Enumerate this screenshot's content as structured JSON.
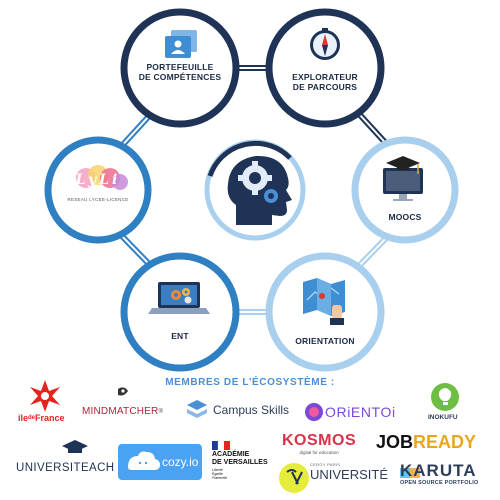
{
  "nodes": {
    "portfolio": {
      "label_line1": "PORTEFEUILLE",
      "label_line2": "DE COMPÉTENCES"
    },
    "explorer": {
      "label_line1": "EXPLORATEUR",
      "label_line2": "DE PARCOURS"
    },
    "lyli": {
      "logo_text": "LyLi",
      "caption": "RESEAU LYCEE-LICENCE"
    },
    "moocs": {
      "label": "MOOCS"
    },
    "ent": {
      "label": "ENT"
    },
    "orientation": {
      "label": "ORIENTATION"
    }
  },
  "members": {
    "title": "MEMBRES DE L'ÉCOSYSTÈME :",
    "iledefrance": {
      "part1": "ile",
      "part2": "de",
      "part3": "France"
    },
    "mindmatcher": {
      "name": "MINDMATCHER",
      "mark": "®"
    },
    "campus_skills": {
      "name": "Campus Skills"
    },
    "orientoi": {
      "name": "ORiENTOi"
    },
    "inokufu": {
      "name": "INOKUFU"
    },
    "universiteach": {
      "name": "UNIVERSITEACH"
    },
    "cozy": {
      "name": "cozy.io"
    },
    "academie": {
      "line1": "ACADÉMIE",
      "line2": "DE VERSAILLES",
      "motto": [
        "Liberté",
        "Égalité",
        "Fraternité"
      ]
    },
    "kosmos": {
      "name": "KOSMOS",
      "tagline": "digital for education"
    },
    "jobready": {
      "part1": "JOB",
      "part2": "READY"
    },
    "cyu": {
      "small": "CERGY PARIS",
      "name": "UNIVERSITÉ",
      "mark": "CY"
    },
    "karuta": {
      "name": "KARUTA",
      "tagline": "OPEN SOURCE PORTFOLIO"
    }
  },
  "colors": {
    "navy": "#1e3356",
    "blue": "#2f7fc3",
    "light_blue": "#a9cfee",
    "title_blue": "#4a8fd6"
  }
}
